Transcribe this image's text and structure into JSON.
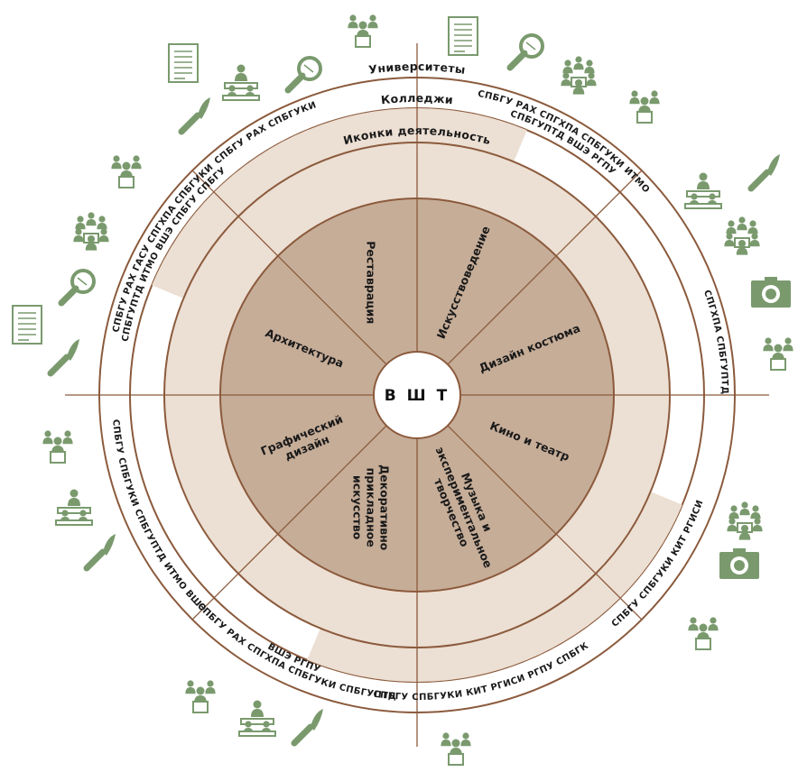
{
  "center_label": "В Ш Т",
  "rings": {
    "universities": "Университеты",
    "colleges": "Колледжи",
    "icons": "Иконки деятельность"
  },
  "sectors": [
    {
      "lines": [
        "Реставрация"
      ]
    },
    {
      "lines": [
        "Искусствоведение"
      ]
    },
    {
      "lines": [
        "Дизайн костюма"
      ]
    },
    {
      "lines": [
        "Кино и театр"
      ]
    },
    {
      "lines": [
        "Музыка и",
        "экспериментальное",
        "творчество"
      ]
    },
    {
      "lines": [
        "Декоративно",
        "прикладное",
        "искусство"
      ]
    },
    {
      "lines": [
        "Графический",
        "дизайн"
      ]
    },
    {
      "lines": [
        "Архитектура"
      ]
    }
  ],
  "organizations": [
    {
      "lines": [
        "СПБГУ  РАХ  СПБГУКИ"
      ]
    },
    {
      "lines": [
        "СПБГУ  РАХ  СПГХПА  СПБГУКИ ИТМО",
        "СПБГУПТД ВШЭ РГПУ"
      ]
    },
    {
      "lines": [
        "СПГХПА  СПБГУПТД"
      ]
    },
    {
      "lines": [
        "СПБГУ   СПБГУКИ КИТ РГИСИ"
      ]
    },
    {
      "lines": [
        "СПБГУ  СПБГУКИ КИТ РГИСИ РГПУ СПБГК"
      ]
    },
    {
      "lines": [
        "СПБГУ  РАХ  СПГХПА  СПБГУКИ СПБГУПТД",
        "ВШЭ РГПУ"
      ]
    },
    {
      "lines": [
        "СПБГУ СПБГУКИ СПБГУПТД ИТМО ВШЭ"
      ]
    },
    {
      "lines": [
        "СПБГУ  РАХ  ГАСУ СПГХПА  СПБГУКИ",
        "СПБГУПТД  ИТМО ВШЭ СПБГУ СПБГУ"
      ]
    }
  ],
  "colors": {
    "icon_green": "#7a9a6e",
    "ring_line": "#8b5a3c",
    "inner_fill": "#c6ad98",
    "icon_ring_fill": "#ecdfd3",
    "org_ring_fill": "#ffffff"
  },
  "icons": [
    "document-icon",
    "paintbrush-icon",
    "meeting-icon",
    "magnifier-icon",
    "presenter-icon",
    "document-icon",
    "magnifier-icon",
    "team-icon",
    "presenter-icon",
    "meeting-icon",
    "paintbrush-icon",
    "team-icon",
    "camera-icon",
    "presenter-icon",
    "team-icon",
    "camera-icon",
    "presenter-icon",
    "presenter-icon",
    "presenter-icon",
    "meeting-icon",
    "paintbrush-icon",
    "presenter-icon",
    "meeting-icon",
    "paintbrush-icon",
    "presenter-icon",
    "team-icon",
    "magnifier-icon",
    "document-icon",
    "paintbrush-icon"
  ]
}
